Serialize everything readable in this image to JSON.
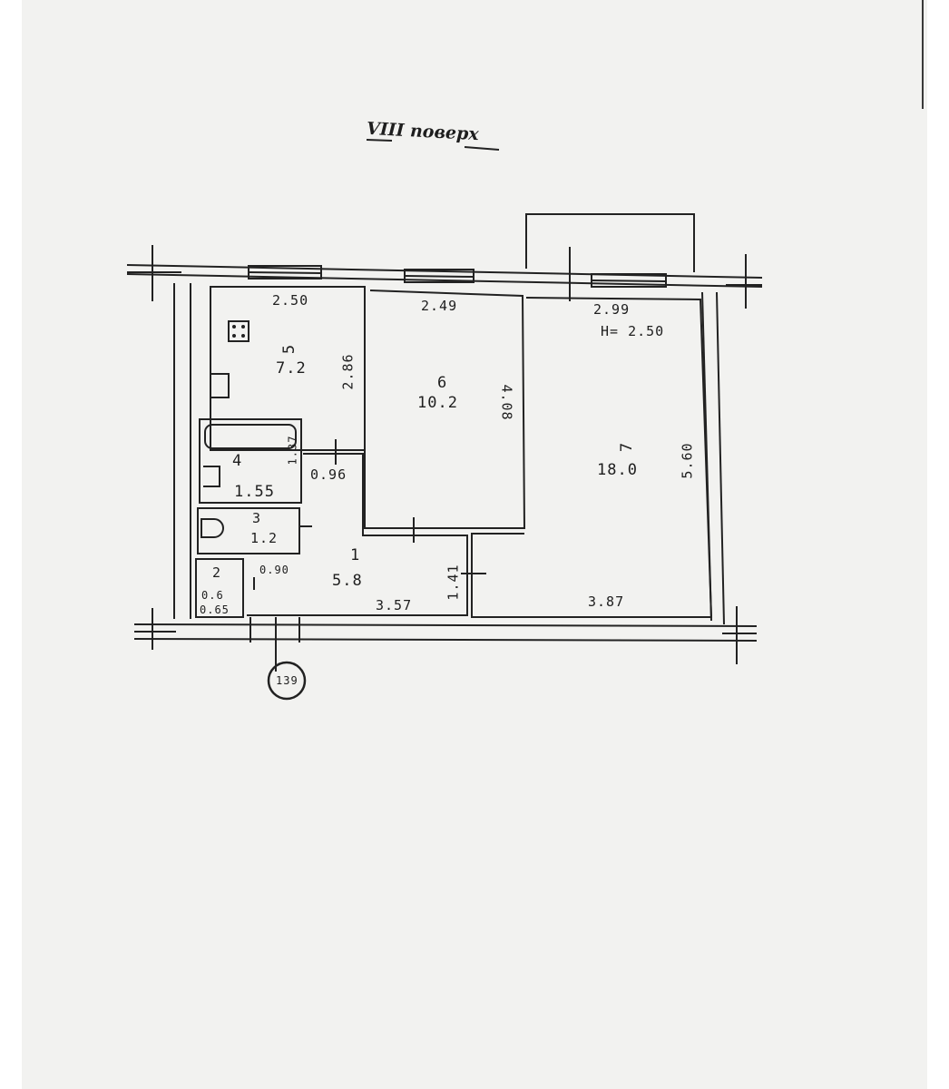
{
  "floor_title": "VIII поверх",
  "height_note": "H= 2.50",
  "stamp_number": "139",
  "rooms": [
    {
      "number": "1",
      "area": "5.8"
    },
    {
      "number": "2",
      "area": "0.6"
    },
    {
      "number": "3",
      "area": "1.2"
    },
    {
      "number": "4",
      "area": "1.55"
    },
    {
      "number": "5",
      "area": "7.2"
    },
    {
      "number": "6",
      "area": "10.2"
    },
    {
      "number": "7",
      "area": "18.0"
    }
  ],
  "dimensions": {
    "kitchen_width": "2.50",
    "kitchen_depth": "2.86",
    "room6_width": "2.49",
    "room6_depth": "4.08",
    "room7_width": "2.99",
    "room7_depth": "5.60",
    "bath_length": "1.37",
    "hall_passage": "0.96",
    "wc_width": "0.90",
    "pantry_width": "0.65",
    "hall_length": "3.57",
    "hall_depth": "1.41",
    "room7_bottom": "3.87"
  }
}
